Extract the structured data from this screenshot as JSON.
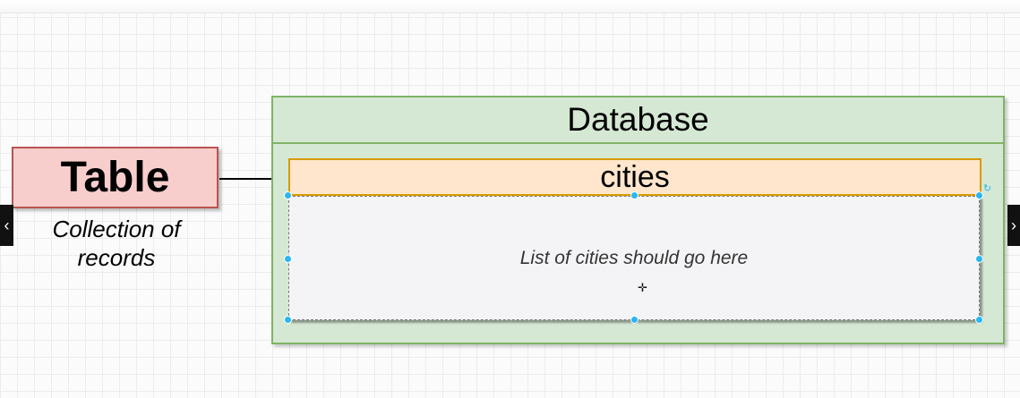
{
  "table_node": {
    "title": "Table",
    "caption_line1": "Collection of",
    "caption_line2": "records"
  },
  "database_node": {
    "title": "Database"
  },
  "cities_node": {
    "title": "cities",
    "placeholder": "List of cities should go here"
  },
  "navigation": {
    "prev_icon": "chevron-left-icon",
    "next_icon": "chevron-right-icon"
  },
  "colors": {
    "table_fill": "#f8cecc",
    "table_stroke": "#b85450",
    "database_fill": "#d5e8d4",
    "database_stroke": "#82b366",
    "cities_fill": "#ffe6cc",
    "cities_stroke": "#d79b00",
    "selection_handle": "#29b6f2"
  }
}
